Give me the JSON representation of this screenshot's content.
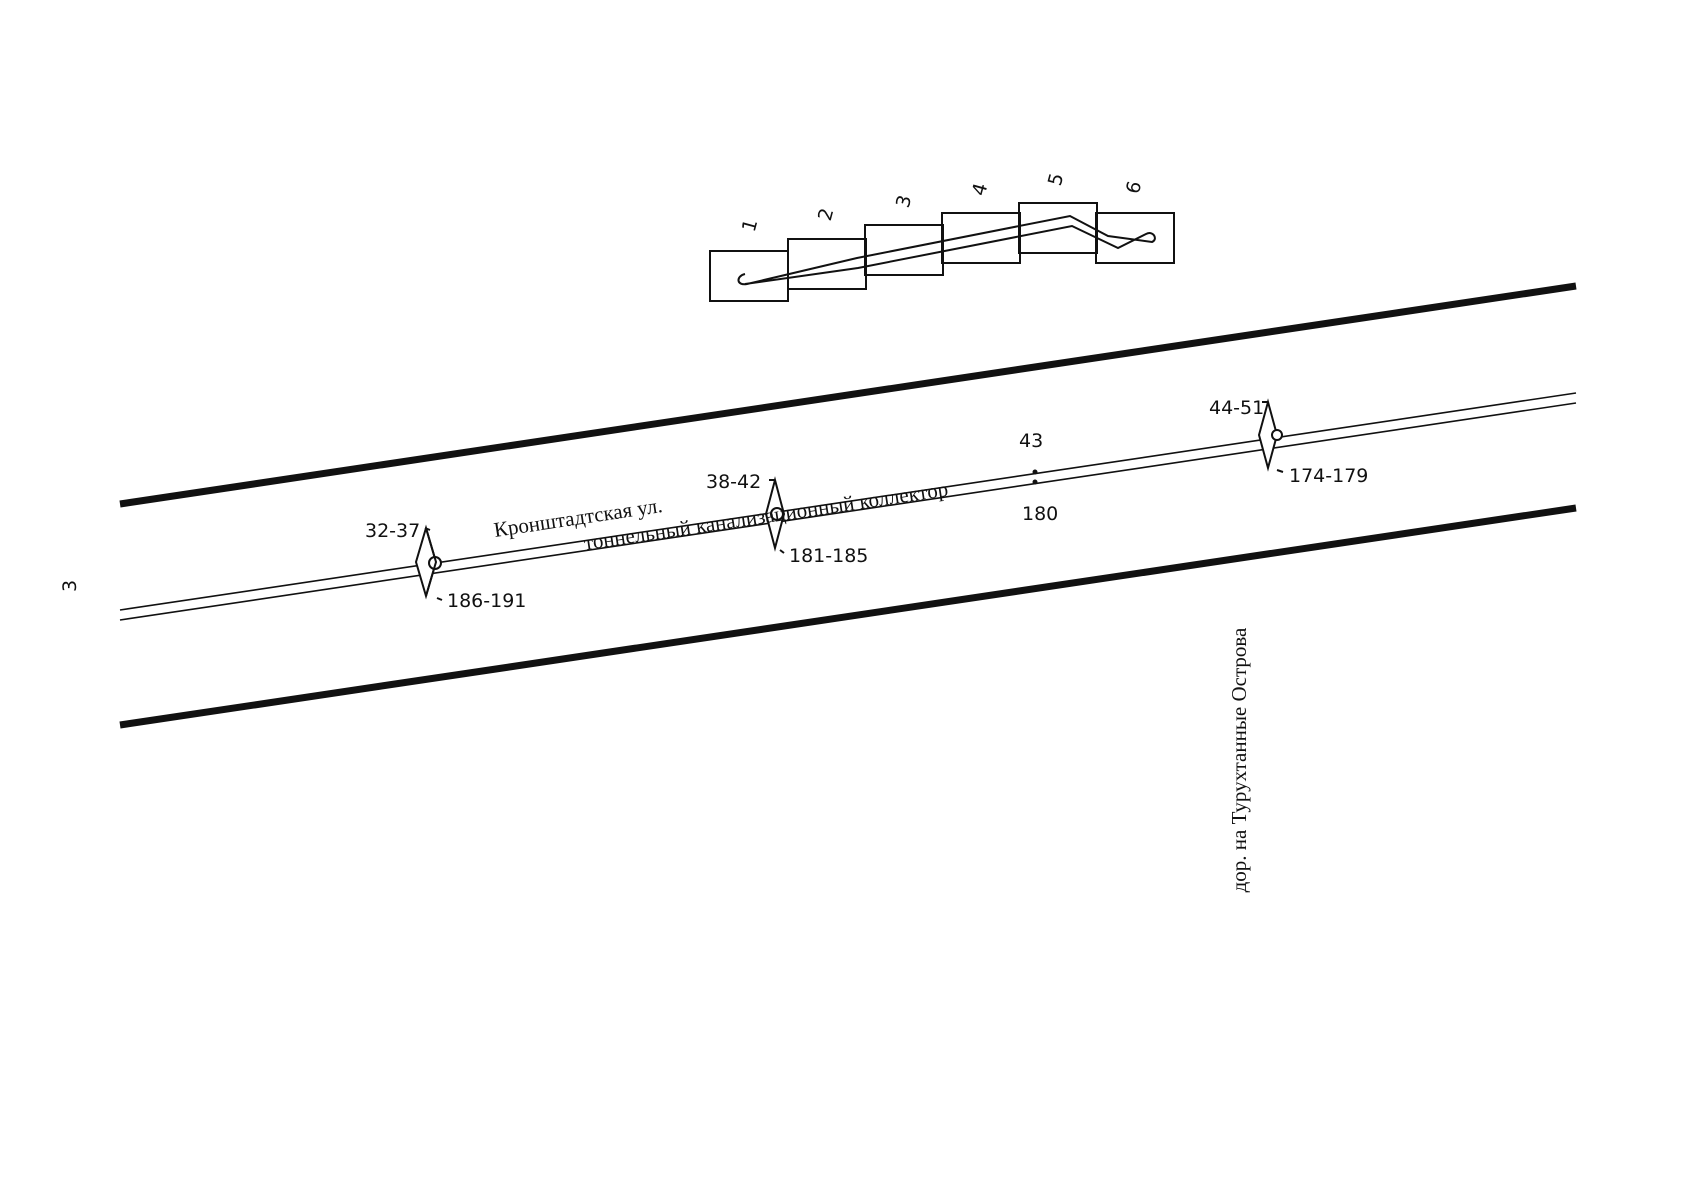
{
  "sheet_number": "3",
  "street_name": "Кронштадтская ул.",
  "collector_name": "тоннельный канализационный коллектор",
  "side_road_name": "дор. на Турухтанные Острова",
  "key_map": {
    "sheet_labels": [
      "1",
      "2",
      "3",
      "4",
      "5",
      "6"
    ]
  },
  "wells": [
    {
      "id": "well-a",
      "upper_label": "32-37",
      "lower_label": "186-191"
    },
    {
      "id": "well-b",
      "upper_label": "38-42",
      "lower_label": "181-185"
    },
    {
      "id": "well-c",
      "upper_label": "44-51",
      "lower_label": "174-179"
    }
  ],
  "point": {
    "upper_label": "43",
    "lower_label": "180"
  }
}
